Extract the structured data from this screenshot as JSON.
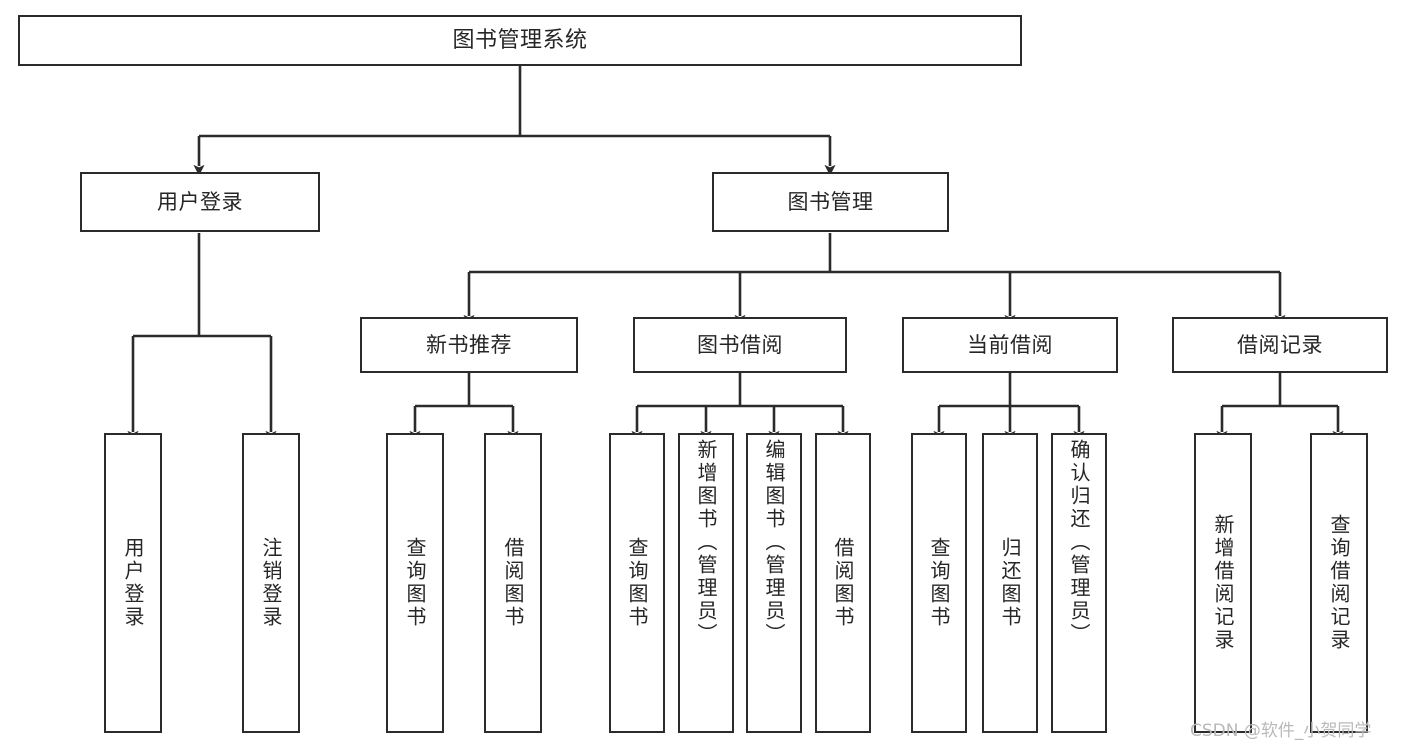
{
  "diagram": {
    "type": "tree",
    "title": "图书管理系统",
    "watermark": "CSDN @软件_小贺同学",
    "colors": {
      "stroke": "#2b2b2b",
      "fill": "#ffffff",
      "text": "#262626",
      "watermark": "#b9b9b9",
      "background": "#ffffff"
    },
    "nodes": {
      "root": "图书管理系统",
      "level1": [
        "用户登录",
        "图书管理"
      ],
      "level2": [
        "新书推荐",
        "图书借阅",
        "当前借阅",
        "借阅记录"
      ],
      "leaves": [
        "用户登录",
        "注销登录",
        "查询图书",
        "借阅图书",
        "查询图书",
        "新增图书（管理员）",
        "编辑图书（管理员）",
        "借阅图书",
        "查询图书",
        "归还图书",
        "确认归还（管理员）",
        "新增借阅记录",
        "查询借阅记录"
      ]
    },
    "edges": {
      "root_to_level1": [
        "图书管理系统 → 用户登录",
        "图书管理系统 → 图书管理"
      ],
      "level1_to_leaves": [
        "用户登录 → 用户登录",
        "用户登录 → 注销登录"
      ],
      "level1_to_level2": [
        "图书管理 → 新书推荐",
        "图书管理 → 图书借阅",
        "图书管理 → 当前借阅",
        "图书管理 → 借阅记录"
      ],
      "level2_to_leaves": [
        "新书推荐 → 查询图书",
        "新书推荐 → 借阅图书",
        "图书借阅 → 查询图书",
        "图书借阅 → 新增图书（管理员）",
        "图书借阅 → 编辑图书（管理员）",
        "图书借阅 → 借阅图书",
        "当前借阅 → 查询图书",
        "当前借阅 → 归还图书",
        "当前借阅 → 确认归还（管理员）",
        "借阅记录 → 新增借阅记录",
        "借阅记录 → 查询借阅记录"
      ]
    }
  }
}
